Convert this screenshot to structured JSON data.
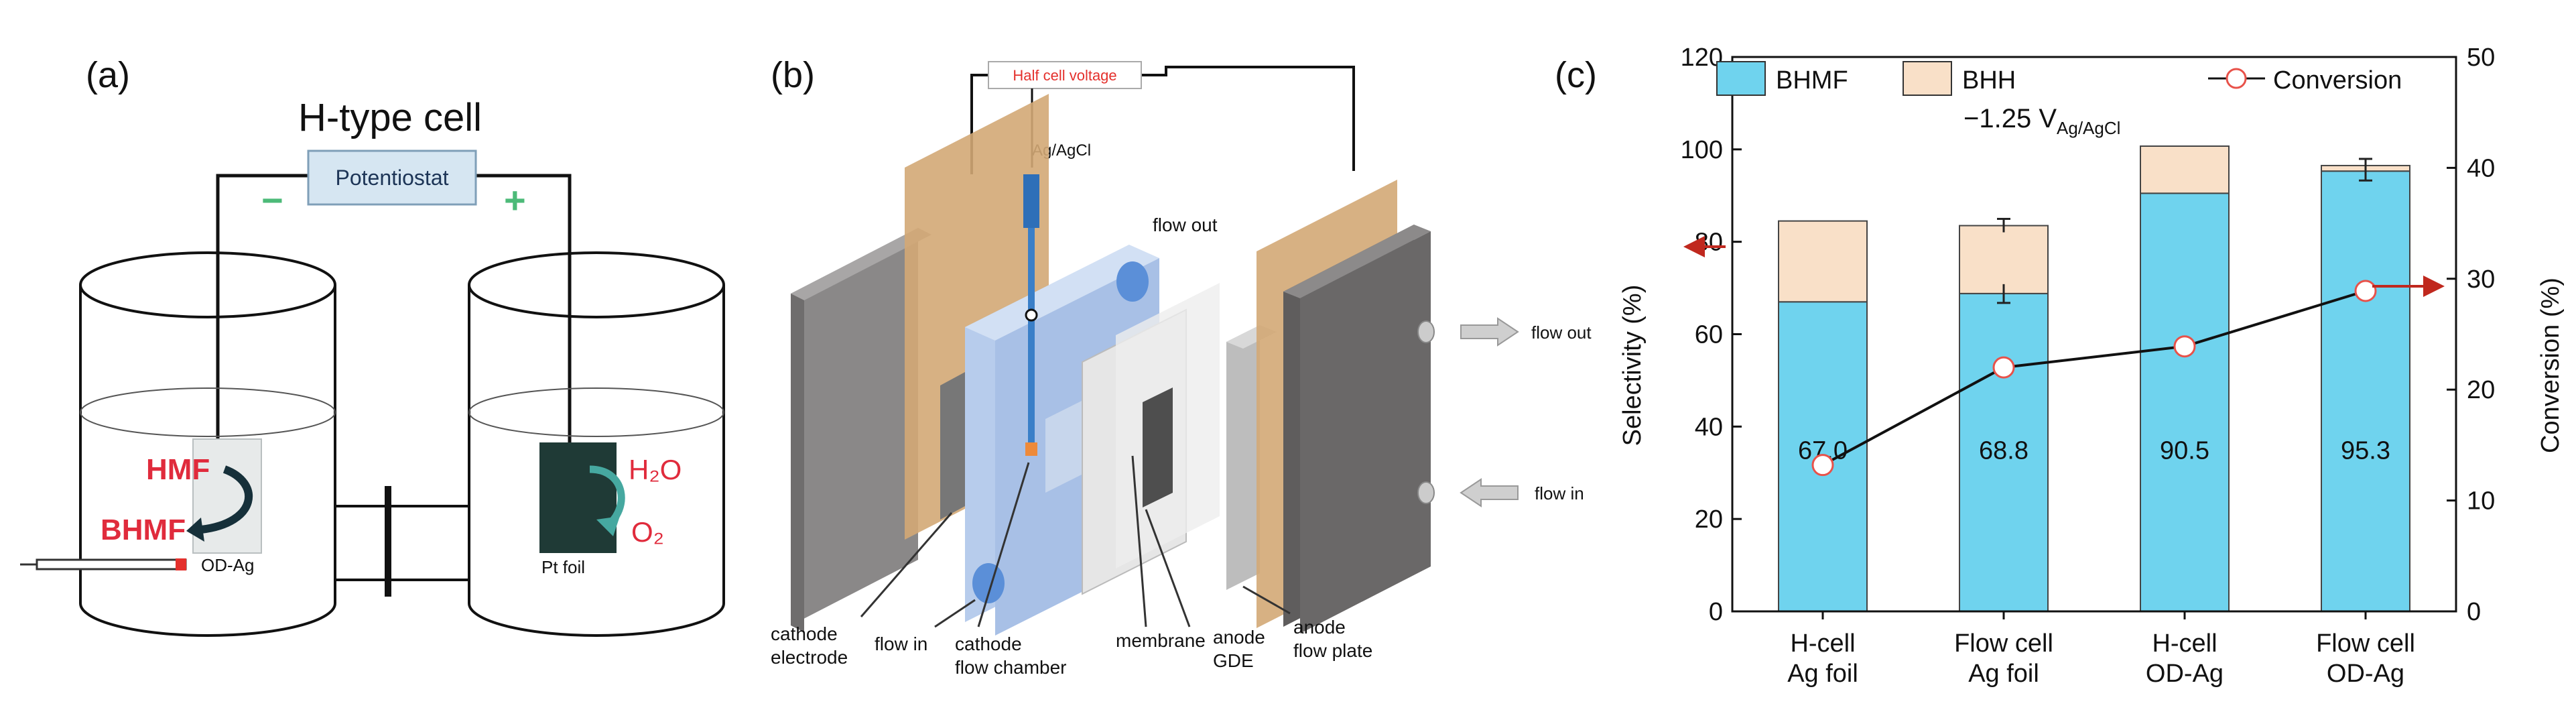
{
  "panel_a": {
    "label": "(a)",
    "title": "H-type cell",
    "potentiostat": "Potentiostat",
    "minus": "−",
    "plus": "+",
    "reactant": "HMF",
    "product": "BHMF",
    "water": "H₂O",
    "oxygen": "O₂",
    "cathode_label": "OD-Ag",
    "anode_label": "Pt foil"
  },
  "panel_b": {
    "label": "(b)",
    "half_cell": "Half cell voltage",
    "reference": "Ag/AgCl",
    "flow_out_top": "flow out",
    "flow_out_right": "flow out",
    "flow_in_right": "flow in",
    "flow_in_bottom": "flow in",
    "cathode_electrode": [
      "cathode",
      "electrode"
    ],
    "cathode_chamber": [
      "cathode",
      "flow chamber"
    ],
    "membrane": "membrane",
    "anode_gde": [
      "anode",
      "GDE"
    ],
    "anode_plate": [
      "anode",
      "flow plate"
    ]
  },
  "panel_c": {
    "label": "(c)",
    "condition": "−1.25 V",
    "condition_sub": "Ag/AgCl",
    "colors": {
      "bhmf": "#6fd3ee",
      "bhh": "#f9e0c8",
      "conversion": "#e8524a"
    },
    "chart_data": {
      "type": "bar",
      "categories": [
        [
          "H-cell",
          "Ag foil"
        ],
        [
          "Flow cell",
          "Ag foil"
        ],
        [
          "H-cell",
          "OD-Ag"
        ],
        [
          "Flow cell",
          "OD-Ag"
        ]
      ],
      "series": [
        {
          "name": "BHMF",
          "values": [
            67.0,
            68.8,
            90.5,
            95.3
          ]
        },
        {
          "name": "BHH",
          "values": [
            17.5,
            14.7,
            10.2,
            1.2
          ]
        },
        {
          "name": "Conversion",
          "values": [
            13.2,
            22.0,
            23.9,
            28.9
          ]
        }
      ],
      "bar_labels": [
        "67.0",
        "68.8",
        "90.5",
        "95.3"
      ],
      "error_totals": [
        null,
        83.5,
        null,
        96.5
      ],
      "ylabel": "Selectivity (%)",
      "y2label": "Conversion (%)",
      "ylim": [
        0,
        120
      ],
      "y2lim": [
        0,
        50
      ],
      "yticks": [
        "0",
        "20",
        "40",
        "60",
        "80",
        "100",
        "120"
      ],
      "y2ticks": [
        "0",
        "10",
        "20",
        "30",
        "40",
        "50"
      ],
      "legend": [
        "BHMF",
        "BHH",
        "Conversion"
      ]
    }
  }
}
